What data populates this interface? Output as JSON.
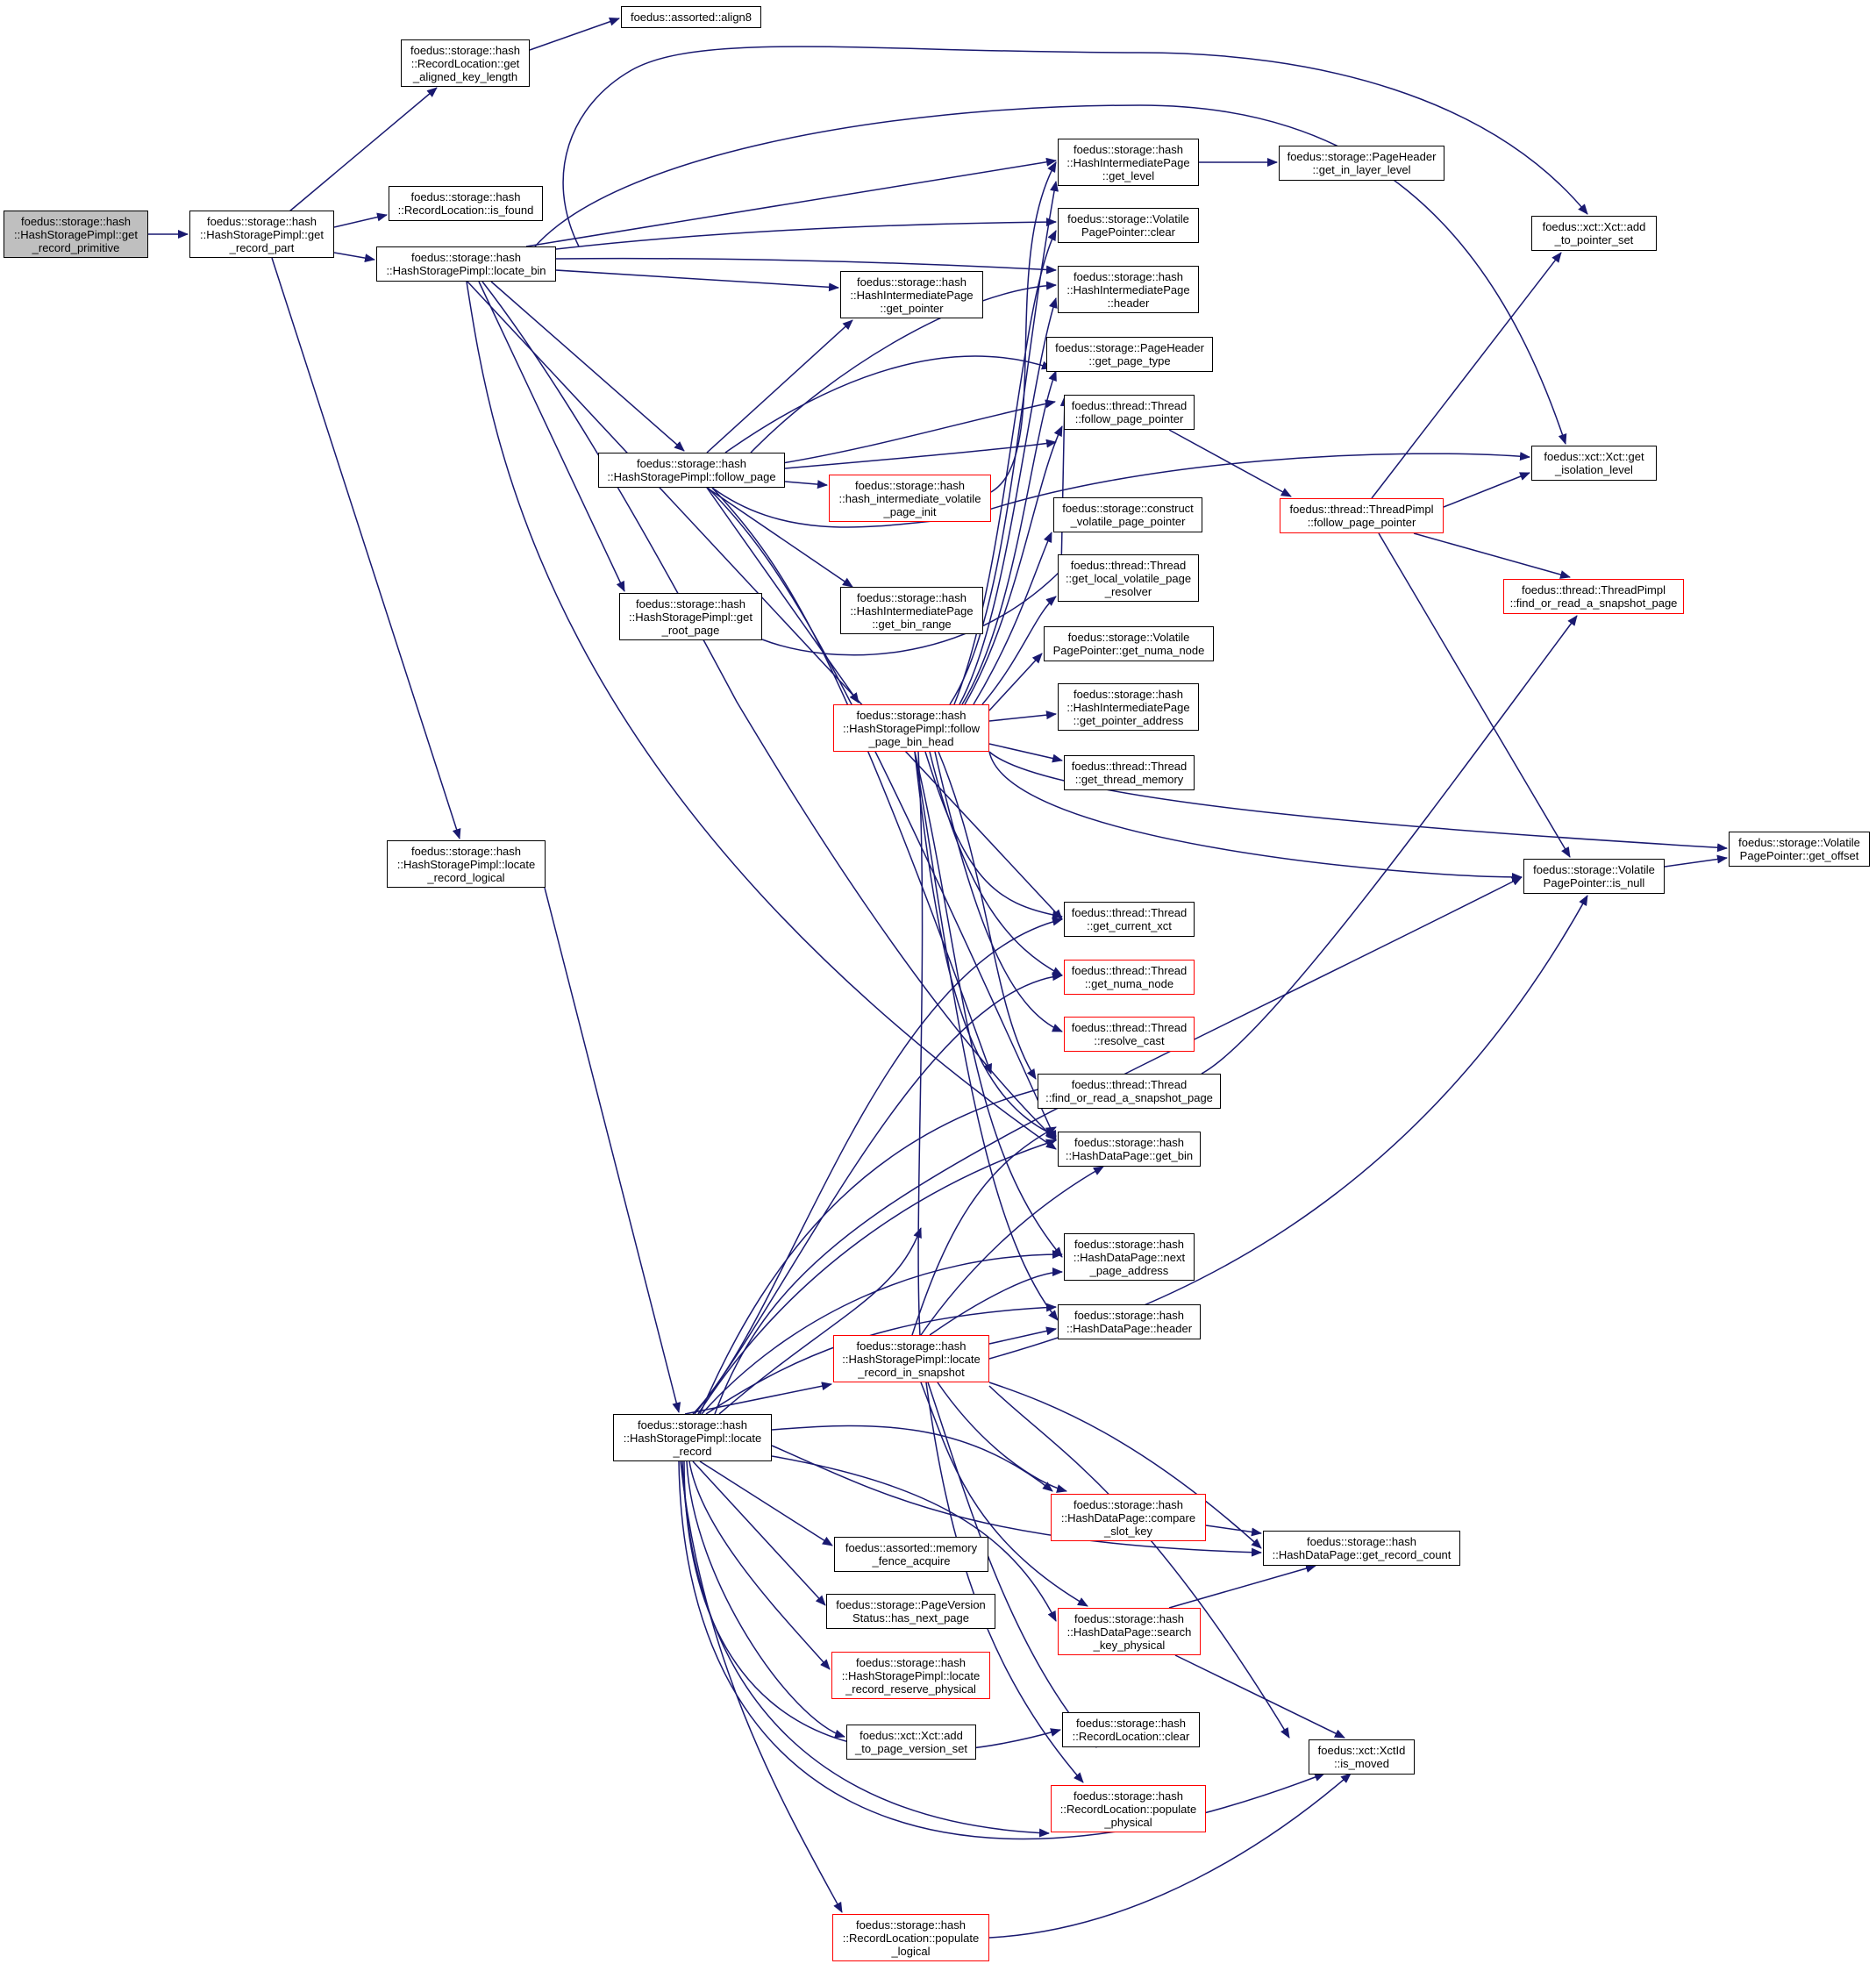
{
  "colors": {
    "edge": "#191970",
    "box_border": "#000000",
    "box_border_highlight": "#ff0000",
    "root_fill": "#bfbfbf",
    "background": "#ffffff"
  },
  "nodes": [
    {
      "id": "n0",
      "label": "foedus::storage::hash\n::HashStoragePimpl::get\n_record_primitive",
      "style": "root"
    },
    {
      "id": "n1",
      "label": "foedus::storage::hash\n::HashStoragePimpl::get\n_record_part",
      "style": "normal"
    },
    {
      "id": "n2",
      "label": "foedus::storage::hash\n::RecordLocation::get\n_aligned_key_length",
      "style": "normal"
    },
    {
      "id": "n3",
      "label": "foedus::assorted::align8",
      "style": "normal"
    },
    {
      "id": "n4",
      "label": "foedus::storage::hash\n::RecordLocation::is_found",
      "style": "normal"
    },
    {
      "id": "n5",
      "label": "foedus::storage::hash\n::HashStoragePimpl::locate_bin",
      "style": "normal"
    },
    {
      "id": "n6",
      "label": "foedus::storage::hash\n::HashStoragePimpl::locate\n_record_logical",
      "style": "normal"
    },
    {
      "id": "n7",
      "label": "foedus::storage::hash\n::HashIntermediatePage\n::get_level",
      "style": "normal"
    },
    {
      "id": "n8",
      "label": "foedus::storage::PageHeader\n::get_in_layer_level",
      "style": "normal"
    },
    {
      "id": "n9",
      "label": "foedus::storage::Volatile\nPagePointer::clear",
      "style": "normal"
    },
    {
      "id": "n10",
      "label": "foedus::xct::Xct::add\n_to_pointer_set",
      "style": "normal"
    },
    {
      "id": "n11",
      "label": "foedus::storage::hash\n::HashIntermediatePage\n::header",
      "style": "normal"
    },
    {
      "id": "n12",
      "label": "foedus::storage::hash\n::HashIntermediatePage\n::get_pointer",
      "style": "normal"
    },
    {
      "id": "n13",
      "label": "foedus::storage::PageHeader\n::get_page_type",
      "style": "normal"
    },
    {
      "id": "n14",
      "label": "foedus::thread::Thread\n::follow_page_pointer",
      "style": "normal"
    },
    {
      "id": "n15",
      "label": "foedus::xct::Xct::get\n_isolation_level",
      "style": "normal"
    },
    {
      "id": "n16",
      "label": "foedus::storage::hash\n::HashStoragePimpl::follow_page",
      "style": "normal"
    },
    {
      "id": "n17",
      "label": "foedus::storage::hash\n::hash_intermediate_volatile\n_page_init",
      "style": "red"
    },
    {
      "id": "n18",
      "label": "foedus::thread::ThreadPimpl\n::follow_page_pointer",
      "style": "red"
    },
    {
      "id": "n19",
      "label": "foedus::storage::construct\n_volatile_page_pointer",
      "style": "normal"
    },
    {
      "id": "n20",
      "label": "foedus::thread::Thread\n::get_local_volatile_page\n_resolver",
      "style": "normal"
    },
    {
      "id": "n21",
      "label": "foedus::thread::ThreadPimpl\n::find_or_read_a_snapshot_page",
      "style": "red"
    },
    {
      "id": "n22",
      "label": "foedus::storage::hash\n::HashStoragePimpl::get\n_root_page",
      "style": "normal"
    },
    {
      "id": "n23",
      "label": "foedus::storage::hash\n::HashIntermediatePage\n::get_bin_range",
      "style": "normal"
    },
    {
      "id": "n24",
      "label": "foedus::storage::Volatile\nPagePointer::get_numa_node",
      "style": "normal"
    },
    {
      "id": "n25",
      "label": "foedus::storage::hash\n::HashStoragePimpl::follow\n_page_bin_head",
      "style": "red"
    },
    {
      "id": "n26",
      "label": "foedus::storage::hash\n::HashIntermediatePage\n::get_pointer_address",
      "style": "normal"
    },
    {
      "id": "n27",
      "label": "foedus::thread::Thread\n::get_thread_memory",
      "style": "normal"
    },
    {
      "id": "n28",
      "label": "foedus::storage::Volatile\nPagePointer::get_offset",
      "style": "normal"
    },
    {
      "id": "n29",
      "label": "foedus::storage::Volatile\nPagePointer::is_null",
      "style": "normal"
    },
    {
      "id": "n30",
      "label": "foedus::thread::Thread\n::get_current_xct",
      "style": "normal"
    },
    {
      "id": "n31",
      "label": "foedus::thread::Thread\n::get_numa_node",
      "style": "red"
    },
    {
      "id": "n32",
      "label": "foedus::thread::Thread\n::resolve_cast",
      "style": "red"
    },
    {
      "id": "n33",
      "label": "foedus::thread::Thread\n::find_or_read_a_snapshot_page",
      "style": "normal"
    },
    {
      "id": "n34",
      "label": "foedus::storage::hash\n::HashDataPage::get_bin",
      "style": "normal"
    },
    {
      "id": "n35",
      "label": "foedus::storage::hash\n::HashDataPage::next\n_page_address",
      "style": "normal"
    },
    {
      "id": "n36",
      "label": "foedus::storage::hash\n::HashDataPage::header",
      "style": "normal"
    },
    {
      "id": "n37",
      "label": "foedus::storage::hash\n::HashStoragePimpl::locate\n_record_in_snapshot",
      "style": "red"
    },
    {
      "id": "n38",
      "label": "foedus::storage::hash\n::HashStoragePimpl::locate\n_record",
      "style": "normal"
    },
    {
      "id": "n39",
      "label": "foedus::storage::hash\n::HashDataPage::compare\n_slot_key",
      "style": "red"
    },
    {
      "id": "n40",
      "label": "foedus::storage::hash\n::HashDataPage::get_record_count",
      "style": "normal"
    },
    {
      "id": "n41",
      "label": "foedus::assorted::memory\n_fence_acquire",
      "style": "normal"
    },
    {
      "id": "n42",
      "label": "foedus::storage::PageVersion\nStatus::has_next_page",
      "style": "normal"
    },
    {
      "id": "n43",
      "label": "foedus::storage::hash\n::HashDataPage::search\n_key_physical",
      "style": "red"
    },
    {
      "id": "n44",
      "label": "foedus::storage::hash\n::HashStoragePimpl::locate\n_record_reserve_physical",
      "style": "red"
    },
    {
      "id": "n45",
      "label": "foedus::storage::hash\n::RecordLocation::clear",
      "style": "normal"
    },
    {
      "id": "n46",
      "label": "foedus::xct::Xct::add\n_to_page_version_set",
      "style": "normal"
    },
    {
      "id": "n47",
      "label": "foedus::xct::XctId\n::is_moved",
      "style": "normal"
    },
    {
      "id": "n48",
      "label": "foedus::storage::hash\n::RecordLocation::populate\n_physical",
      "style": "red"
    },
    {
      "id": "n49",
      "label": "foedus::storage::hash\n::RecordLocation::populate\n_logical",
      "style": "red"
    }
  ]
}
